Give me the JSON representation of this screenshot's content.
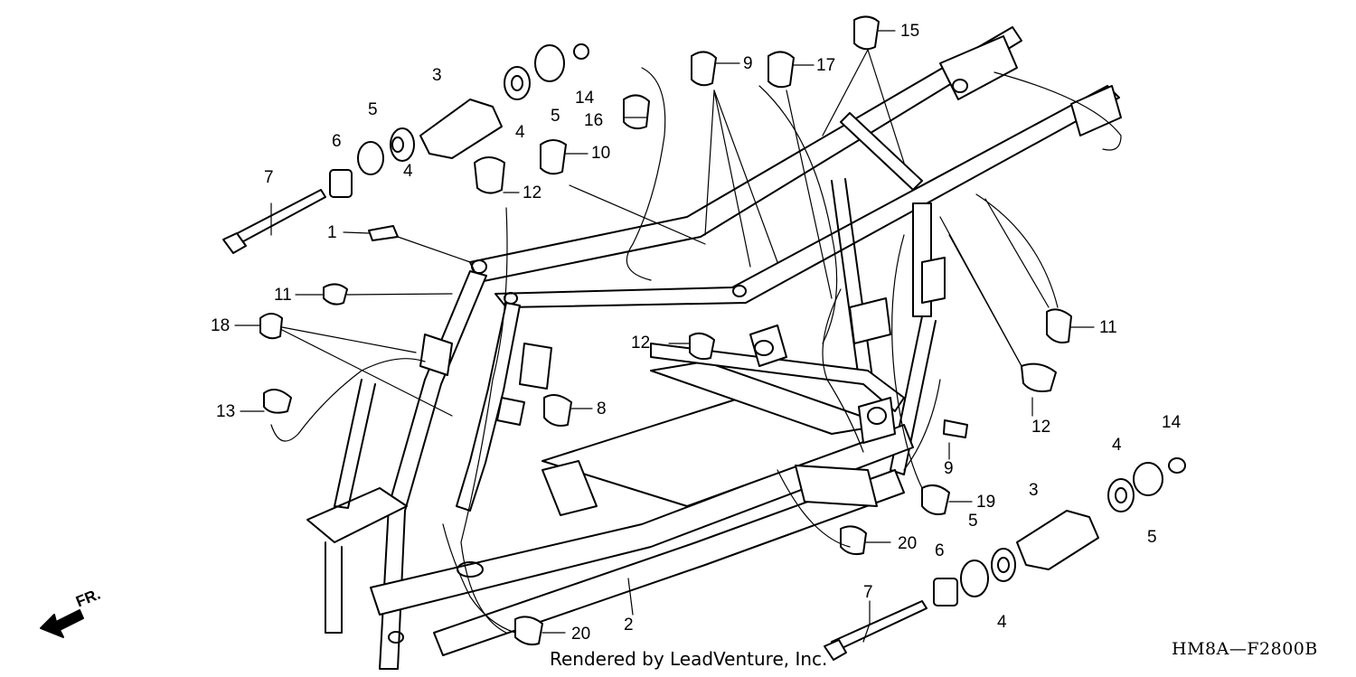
{
  "diagram": {
    "footer_credit": "Rendered by LeadVenture, Inc.",
    "figure_code": "HM8A—F2800B",
    "direction_label": "FR.",
    "part_labels": [
      {
        "id": "p1",
        "text": "1"
      },
      {
        "id": "p2",
        "text": "2"
      },
      {
        "id": "p3a",
        "text": "3"
      },
      {
        "id": "p3b",
        "text": "3"
      },
      {
        "id": "p4a",
        "text": "4"
      },
      {
        "id": "p4b",
        "text": "4"
      },
      {
        "id": "p4c",
        "text": "4"
      },
      {
        "id": "p4d",
        "text": "4"
      },
      {
        "id": "p5a",
        "text": "5"
      },
      {
        "id": "p5b",
        "text": "5"
      },
      {
        "id": "p5c",
        "text": "5"
      },
      {
        "id": "p5d",
        "text": "5"
      },
      {
        "id": "p6a",
        "text": "6"
      },
      {
        "id": "p6b",
        "text": "6"
      },
      {
        "id": "p7a",
        "text": "7"
      },
      {
        "id": "p7b",
        "text": "7"
      },
      {
        "id": "p8",
        "text": "8"
      },
      {
        "id": "p9a",
        "text": "9"
      },
      {
        "id": "p9b",
        "text": "9"
      },
      {
        "id": "p10",
        "text": "10"
      },
      {
        "id": "p11a",
        "text": "11"
      },
      {
        "id": "p11b",
        "text": "11"
      },
      {
        "id": "p12a",
        "text": "12"
      },
      {
        "id": "p12b",
        "text": "12"
      },
      {
        "id": "p12c",
        "text": "12"
      },
      {
        "id": "p13",
        "text": "13"
      },
      {
        "id": "p14a",
        "text": "14"
      },
      {
        "id": "p14b",
        "text": "14"
      },
      {
        "id": "p15",
        "text": "15"
      },
      {
        "id": "p16",
        "text": "16"
      },
      {
        "id": "p17",
        "text": "17"
      },
      {
        "id": "p18",
        "text": "18"
      },
      {
        "id": "p19",
        "text": "19"
      },
      {
        "id": "p20a",
        "text": "20"
      },
      {
        "id": "p20b",
        "text": "20"
      }
    ]
  }
}
